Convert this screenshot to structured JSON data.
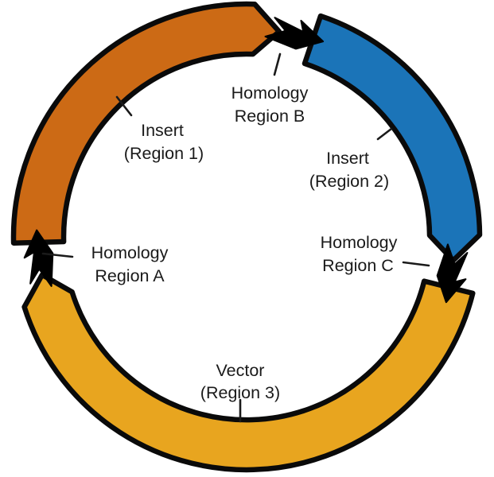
{
  "diagram": {
    "type": "circular-plasmid-assembly",
    "background": "#ffffff",
    "outline_color": "#0a0a0a",
    "text_color": "#1a1a1a",
    "leader_color": "#1a1a1a",
    "segments": [
      {
        "id": "insert-region-1",
        "label_line1": "Insert",
        "label_line2": "(Region 1)",
        "color": "#cc6a15"
      },
      {
        "id": "insert-region-2",
        "label_line1": "Insert",
        "label_line2": "(Region 2)",
        "color": "#1b74b8"
      },
      {
        "id": "vector-region-3",
        "label_line1": "Vector",
        "label_line2": "(Region 3)",
        "color": "#e8a51f"
      }
    ],
    "junctions": [
      {
        "id": "homology-region-b",
        "label_line1": "Homology",
        "label_line2": "Region B",
        "color": "#000000"
      },
      {
        "id": "homology-region-c",
        "label_line1": "Homology",
        "label_line2": "Region C",
        "color": "#000000"
      },
      {
        "id": "homology-region-a",
        "label_line1": "Homology",
        "label_line2": "Region A",
        "color": "#000000"
      }
    ]
  }
}
